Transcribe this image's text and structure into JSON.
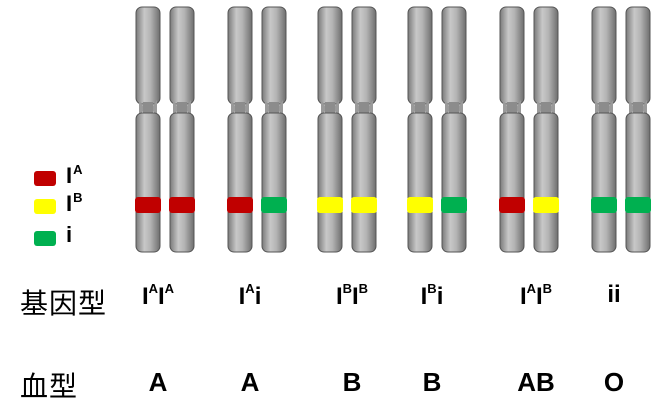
{
  "legend": [
    {
      "letter": "I",
      "sup": "A",
      "color": "#c00000"
    },
    {
      "letter": "I",
      "sup": "B",
      "color": "#ffff00"
    },
    {
      "letter": "i",
      "sup": "",
      "color": "#00b050"
    }
  ],
  "labels": {
    "genotype": "基因型",
    "blood_type": "血型"
  },
  "pairs": [
    {
      "allele_colors": [
        "#c00000",
        "#c00000"
      ],
      "genotype": [
        [
          "I",
          "A"
        ],
        [
          "I",
          "A"
        ]
      ],
      "blood_type": "A"
    },
    {
      "allele_colors": [
        "#c00000",
        "#00b050"
      ],
      "genotype": [
        [
          "I",
          "A"
        ],
        [
          "i",
          ""
        ]
      ],
      "blood_type": "A"
    },
    {
      "allele_colors": [
        "#ffff00",
        "#ffff00"
      ],
      "genotype": [
        [
          "I",
          "B"
        ],
        [
          "I",
          "B"
        ]
      ],
      "blood_type": "B"
    },
    {
      "allele_colors": [
        "#ffff00",
        "#00b050"
      ],
      "genotype": [
        [
          "I",
          "B"
        ],
        [
          "i",
          ""
        ]
      ],
      "blood_type": "B"
    },
    {
      "allele_colors": [
        "#c00000",
        "#ffff00"
      ],
      "genotype": [
        [
          "I",
          "A"
        ],
        [
          "I",
          "B"
        ]
      ],
      "blood_type": "AB"
    },
    {
      "allele_colors": [
        "#00b050",
        "#00b050"
      ],
      "genotype": [
        [
          "i",
          ""
        ],
        [
          "i",
          ""
        ]
      ],
      "blood_type": "O"
    }
  ],
  "chromosome_color": "#a6a6a6"
}
